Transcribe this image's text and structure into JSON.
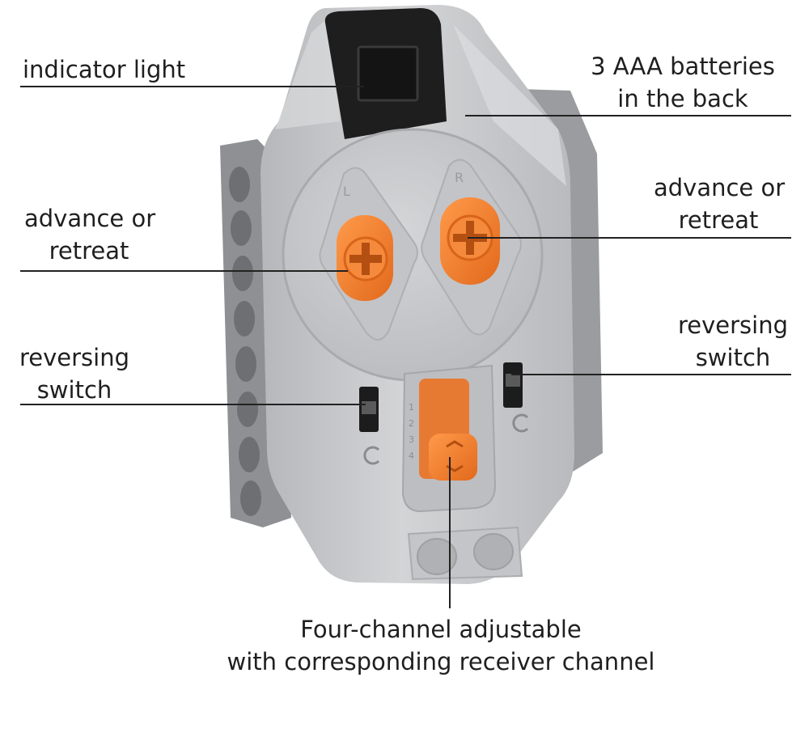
{
  "callouts": {
    "indicator": {
      "text": "indicator light"
    },
    "batteries": {
      "line1": "3 AAA batteries",
      "line2": "in the back"
    },
    "advance_left": {
      "line1": "advance or",
      "line2": "retreat"
    },
    "advance_right": {
      "line1": "advance or",
      "line2": "retreat"
    },
    "reversing_left": {
      "line1": "reversing",
      "line2": "switch"
    },
    "reversing_right": {
      "line1": "reversing",
      "line2": "switch"
    },
    "channel": {
      "line1": "Four-channel adjustable",
      "line2": "with corresponding receiver channel"
    }
  },
  "device": {
    "button_left_mark": "L",
    "button_right_mark": "R",
    "channel_numbers": [
      "1",
      "2",
      "3",
      "4"
    ]
  },
  "colors": {
    "body_gray": "#c9cacc",
    "dark_gray": "#8d8f92",
    "light_gray": "#e2e3e5",
    "orange": "#f07a2a",
    "black": "#1e1e1e"
  }
}
